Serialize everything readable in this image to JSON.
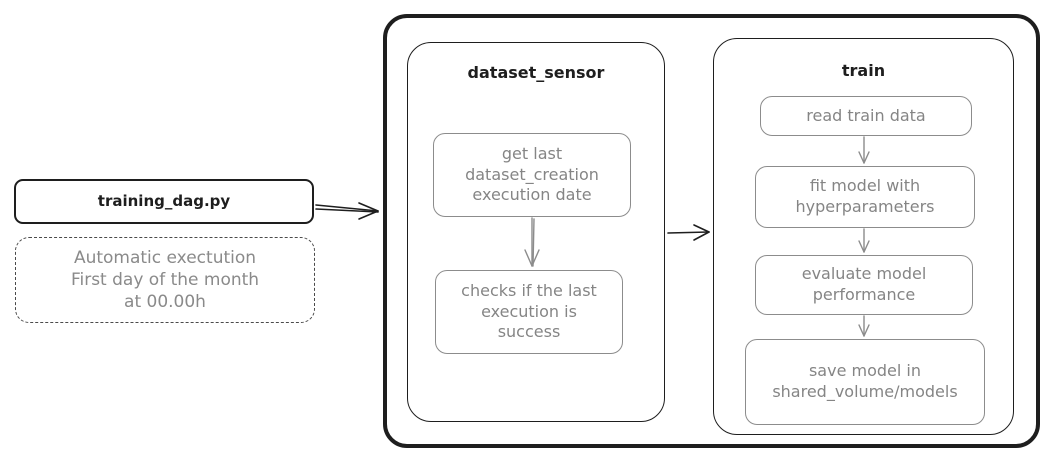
{
  "dag_file": "training_dag.py",
  "schedule_note": "Automatic exectution\nFirst day of the month\nat 00.00h",
  "sensor": {
    "title": "dataset_sensor",
    "steps": [
      "get last\ndataset_creation\nexecution date",
      "checks if the last\nexecution is\nsuccess"
    ]
  },
  "train": {
    "title": "train",
    "steps": [
      "read train data",
      "fit model with\nhyperparameters",
      "evaluate model\nperformance",
      "save model in\nshared_volume/models"
    ]
  }
}
